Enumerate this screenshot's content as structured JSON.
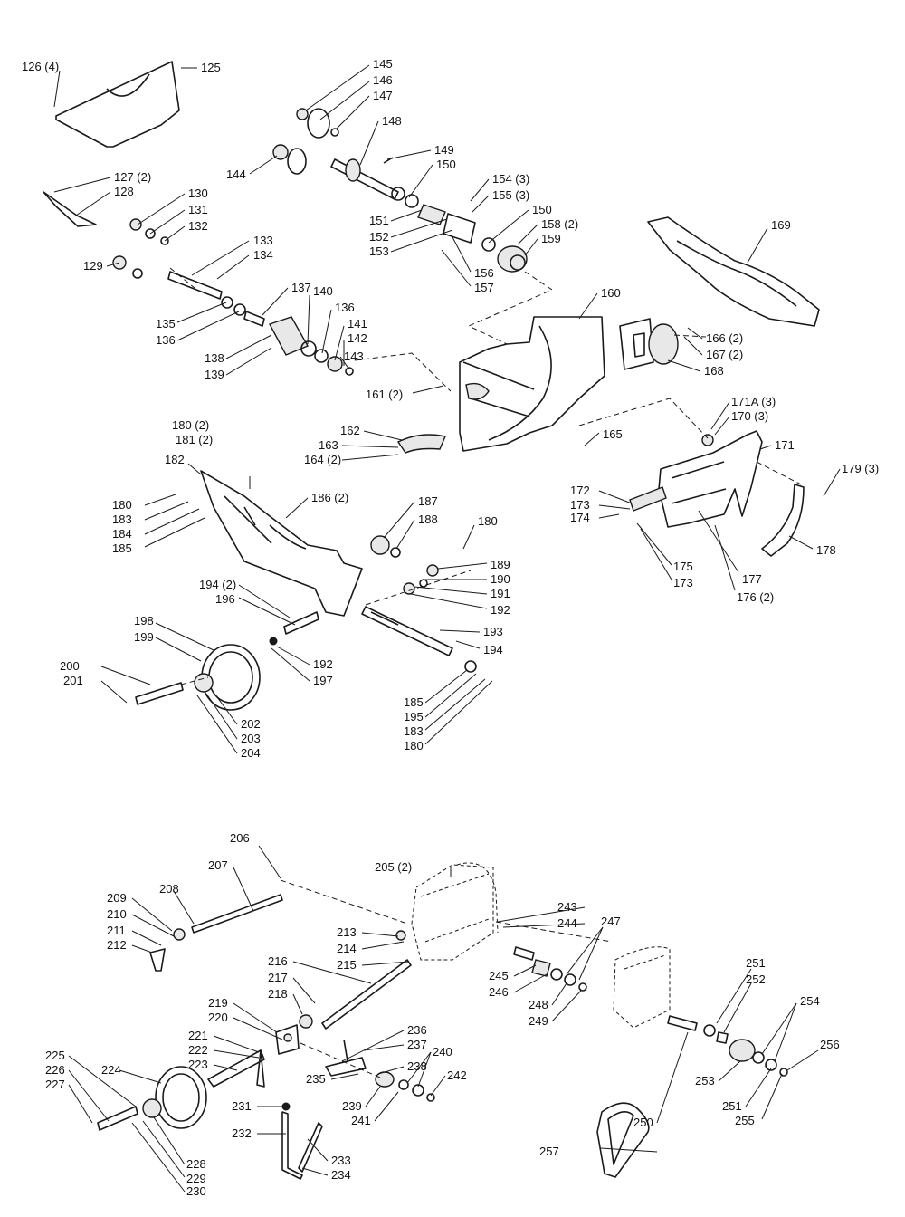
{
  "diagram": {
    "labels": {
      "l125": "125",
      "l126": "126 (4)",
      "l127": "127 (2)",
      "l128": "128",
      "l129": "129",
      "l130": "130",
      "l131": "131",
      "l132": "132",
      "l133": "133",
      "l134": "134",
      "l135": "135",
      "l136a": "136",
      "l136b": "136",
      "l137": "137",
      "l138": "138",
      "l139": "139",
      "l140": "140",
      "l141": "141",
      "l142": "142",
      "l143": "143",
      "l144": "144",
      "l145": "145",
      "l146": "146",
      "l147": "147",
      "l148": "148",
      "l149": "149",
      "l150a": "150",
      "l150b": "150",
      "l151": "151",
      "l152": "152",
      "l153": "153",
      "l154": "154 (3)",
      "l155": "155 (3)",
      "l156": "156",
      "l157": "157",
      "l158": "158 (2)",
      "l159": "159",
      "l160": "160",
      "l161": "161 (2)",
      "l162": "162",
      "l163": "163",
      "l164": "164 (2)",
      "l165": "165",
      "l166": "166 (2)",
      "l167": "167 (2)",
      "l168": "168",
      "l169": "169",
      "l170": "170 (3)",
      "l171a": "171A (3)",
      "l171": "171",
      "l172": "172",
      "l173a": "173",
      "l173b": "173",
      "l174": "174",
      "l175": "175",
      "l176": "176 (2)",
      "l177": "177",
      "l178": "178",
      "l179": "179 (3)",
      "l180a": "180 (2)",
      "l181": "181 (2)",
      "l180b": "180",
      "l180c": "180",
      "l180d": "180",
      "l182": "182",
      "l183a": "183",
      "l183b": "183",
      "l184": "184",
      "l185a": "185",
      "l185b": "185",
      "l186": "186 (2)",
      "l187": "187",
      "l188": "188",
      "l189": "189",
      "l190": "190",
      "l191": "191",
      "l192a": "192",
      "l192b": "192",
      "l193": "193",
      "l194a": "194 (2)",
      "l194b": "194",
      "l195": "195",
      "l196": "196",
      "l197": "197",
      "l198": "198",
      "l199": "199",
      "l200": "200",
      "l201": "201",
      "l202": "202",
      "l203": "203",
      "l204": "204",
      "l205": "205 (2)",
      "l206": "206",
      "l207": "207",
      "l208": "208",
      "l209": "209",
      "l210": "210",
      "l211": "211",
      "l212": "212",
      "l213": "213",
      "l214": "214",
      "l215": "215",
      "l216": "216",
      "l217": "217",
      "l218": "218",
      "l219": "219",
      "l220": "220",
      "l221": "221",
      "l222": "222",
      "l223": "223",
      "l224": "224",
      "l225": "225",
      "l226": "226",
      "l227": "227",
      "l228": "228",
      "l229": "229",
      "l230": "230",
      "l231": "231",
      "l232": "232",
      "l233": "233",
      "l234": "234",
      "l235": "235",
      "l236": "236",
      "l237": "237",
      "l238": "238",
      "l239": "239",
      "l240": "240",
      "l241": "241",
      "l242": "242",
      "l243": "243",
      "l244": "244",
      "l245": "245",
      "l246": "246",
      "l247": "247",
      "l248": "248",
      "l249": "249",
      "l250": "250",
      "l251a": "251",
      "l251b": "251",
      "l252": "252",
      "l253": "253",
      "l254": "254",
      "l255": "255",
      "l256": "256",
      "l257": "257"
    }
  }
}
